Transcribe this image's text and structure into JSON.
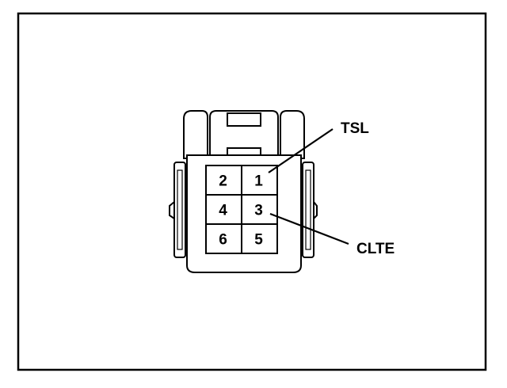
{
  "pins": [
    {
      "row": 0,
      "col": 0,
      "label": "2"
    },
    {
      "row": 0,
      "col": 1,
      "label": "1"
    },
    {
      "row": 1,
      "col": 0,
      "label": "4"
    },
    {
      "row": 1,
      "col": 1,
      "label": "3"
    },
    {
      "row": 2,
      "col": 0,
      "label": "6"
    },
    {
      "row": 2,
      "col": 1,
      "label": "5"
    }
  ],
  "callouts": {
    "tsl": {
      "label": "TSL",
      "pin": "1"
    },
    "clte": {
      "label": "CLTE",
      "pin": "3"
    }
  },
  "colors": {
    "line": "#000000",
    "background": "#ffffff"
  }
}
